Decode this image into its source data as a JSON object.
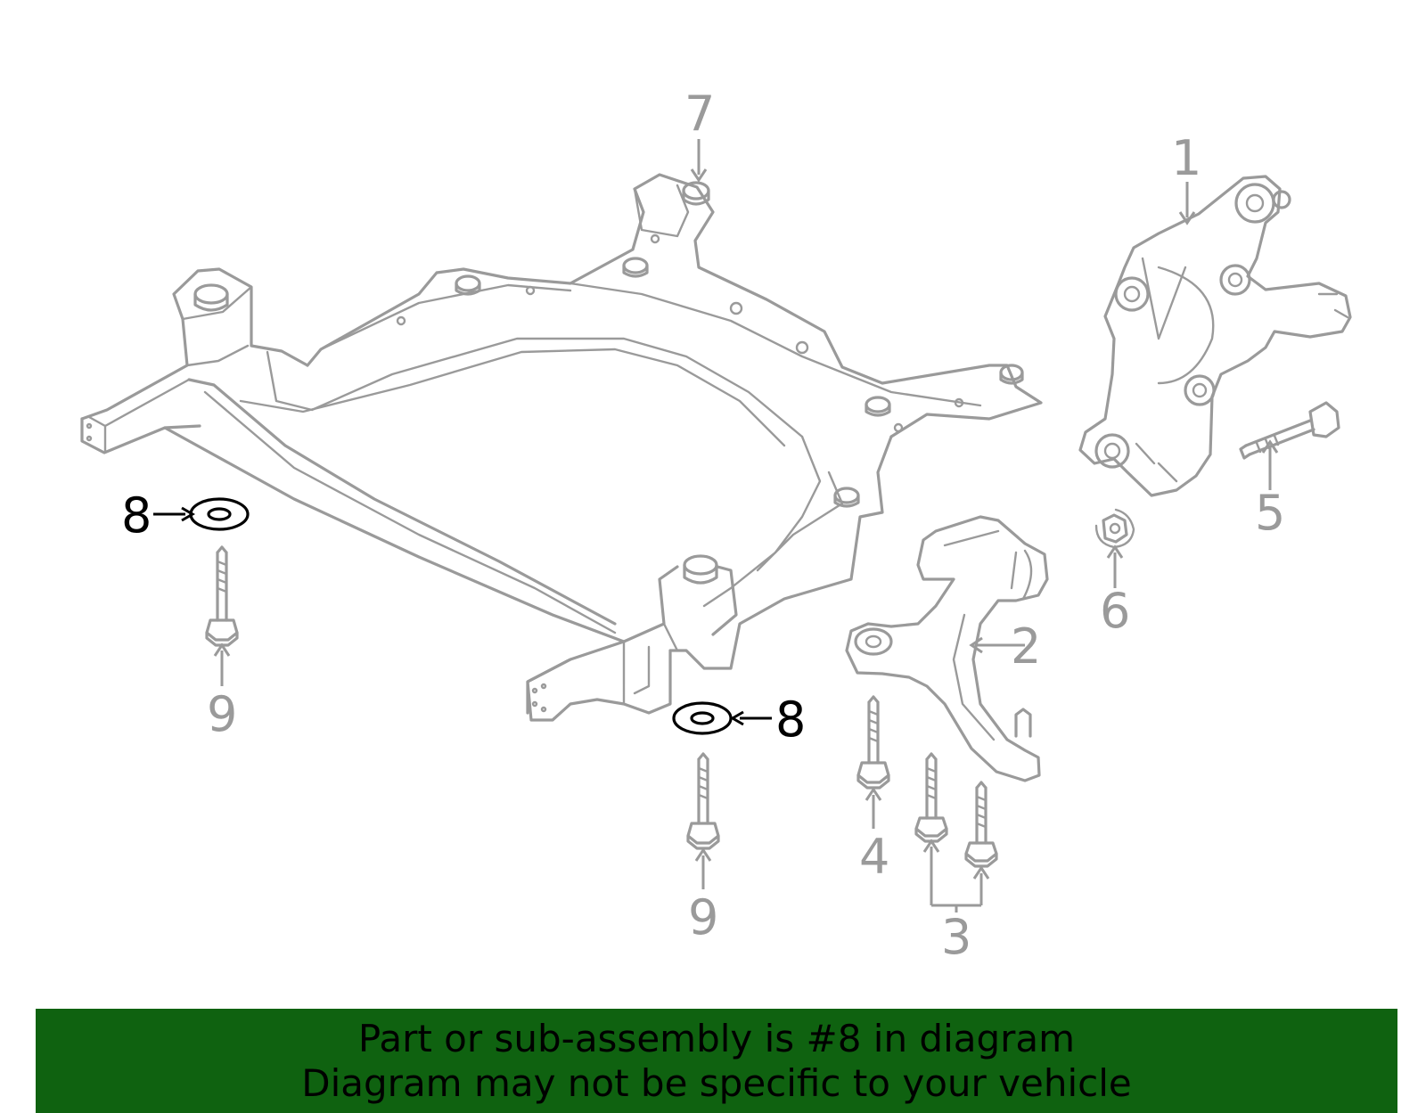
{
  "diagram": {
    "callouts": {
      "c1": "1",
      "c2": "2",
      "c3": "3",
      "c4": "4",
      "c5": "5",
      "c6": "6",
      "c7": "7",
      "c8_left": "8",
      "c8_center": "8",
      "c9_left": "9",
      "c9_center": "9"
    },
    "highlighted_part": "8",
    "colors": {
      "line_art": "#9a9a9a",
      "highlight": "#000000",
      "banner_background": "#0f6210"
    }
  },
  "banner": {
    "line1": "Part or sub-assembly is #8 in diagram",
    "line2": "Diagram may not be specific to your vehicle"
  }
}
